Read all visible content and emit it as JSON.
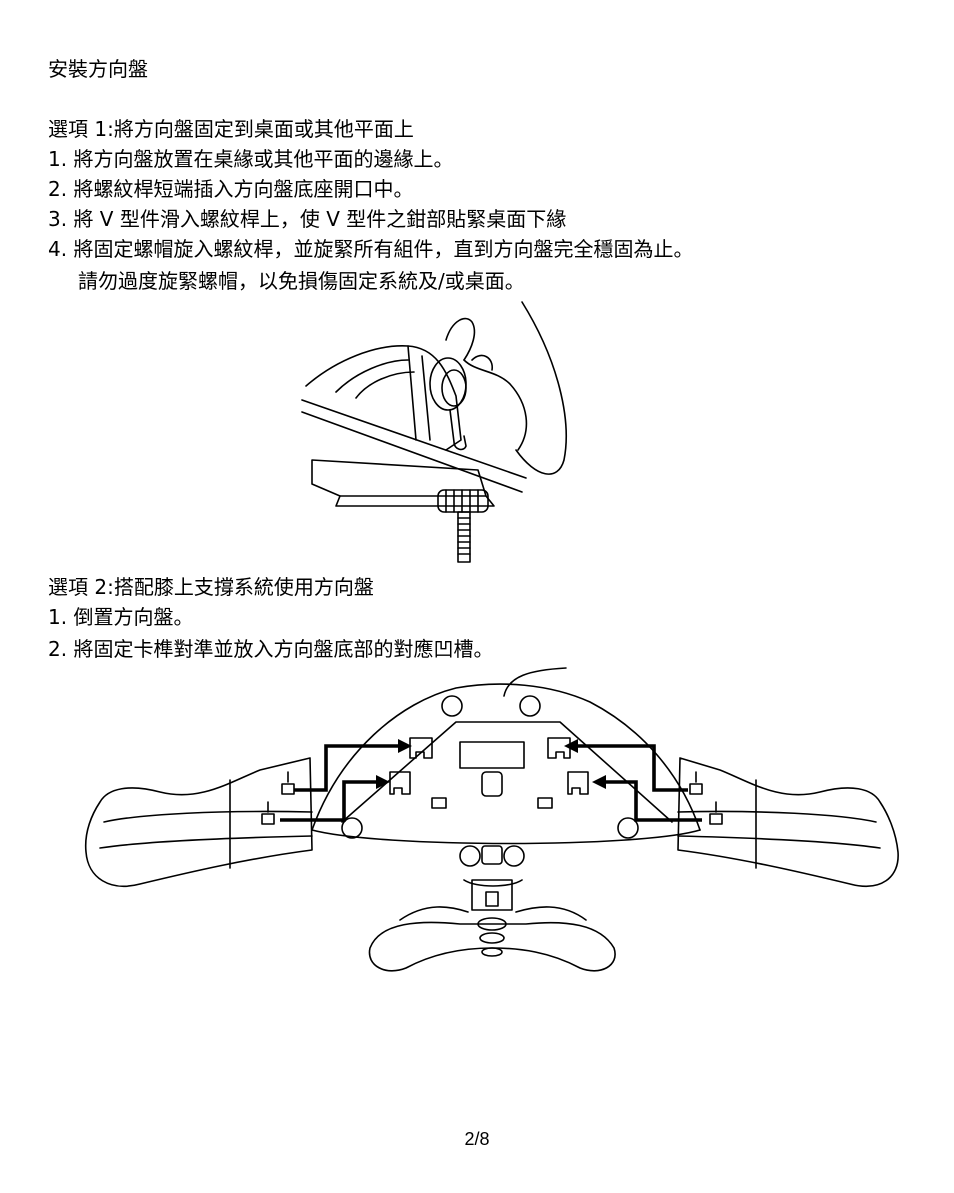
{
  "heading": "安裝方向盤",
  "option1": {
    "title": "選項 1:將方向盤固定到桌面或其他平面上",
    "steps": [
      "1. 將方向盤放置在桌緣或其他平面的邊緣上。",
      "2. 將螺紋桿短端插入方向盤底座開口中。",
      "3. 將 V 型件滑入螺紋桿上，使 V 型件之鉗部貼緊桌面下緣",
      "4. 將固定螺帽旋入螺紋桿，並旋緊所有組件，直到方向盤完全穩固為止。"
    ],
    "note": "請勿過度旋緊螺帽，以免損傷固定系統及/或桌面。"
  },
  "option2": {
    "title": "選項 2:搭配膝上支撐系統使用方向盤",
    "steps": [
      "1. 倒置方向盤。",
      "2. 將固定卡榫對準並放入方向盤底部的對應凹槽。"
    ]
  },
  "page_number": "2/8"
}
